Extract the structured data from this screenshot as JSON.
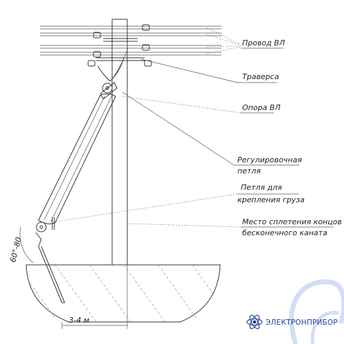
{
  "labels": {
    "wire": "Провод ВЛ",
    "crossarm": "Траверса",
    "pole": "Опора ВЛ",
    "adjust_loop_1": "Регулировочная",
    "adjust_loop_2": "петля",
    "weight_loop_1": "Петля для",
    "weight_loop_2": "крепления груза",
    "splice_1": "Место сплетения концов",
    "splice_2": "бесконечного каната"
  },
  "dimensions": {
    "angle": "60°-80",
    "distance": "3-4 м"
  },
  "brand": {
    "name": "ЭЛЕКТРОНПРИБОР",
    "accent_color": "#1f3f8f",
    "watermark_color": "#b7c9ee"
  }
}
